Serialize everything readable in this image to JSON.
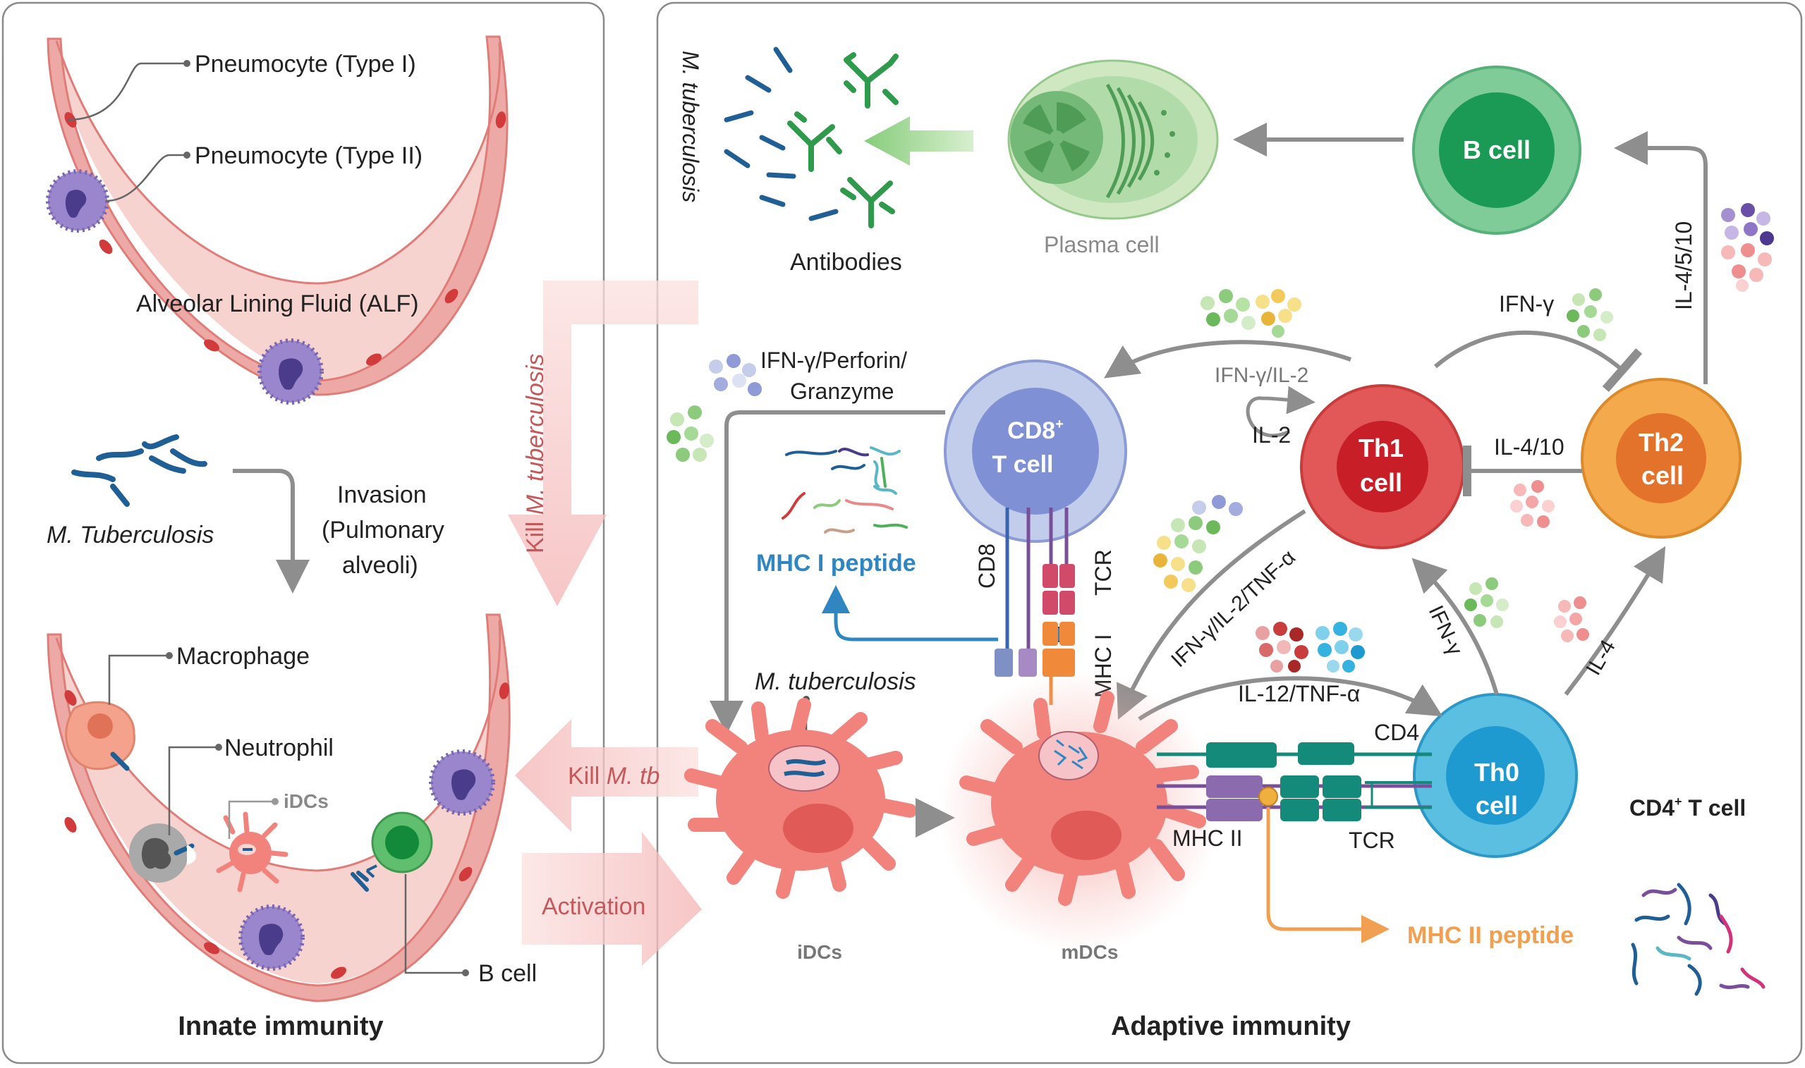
{
  "innate": {
    "title": "Innate immunity",
    "pneumocyte_type1": "Pneumocyte (Type I)",
    "pneumocyte_type2": "Pneumocyte (Type II)",
    "alf": "Alveolar Lining Fluid (ALF)",
    "mtb": "M. Tuberculosis",
    "invasion_line1": "Invasion",
    "invasion_line2": "(Pulmonary",
    "invasion_line3": "alveoli)",
    "macrophage": "Macrophage",
    "neutrophil": "Neutrophil",
    "idcs": "iDCs",
    "bcell": "B cell"
  },
  "middle": {
    "kill_mtb_long_prefix": "Kill",
    "kill_mtb_long_italic": "M. tuberculosis",
    "kill_mtb_short_prefix": "Kill",
    "kill_mtb_short_italic": "M. tb",
    "activation": "Activation"
  },
  "adaptive": {
    "title": "Adaptive immunity",
    "mtb_top": "M. tuberculosis",
    "antibodies": "Antibodies",
    "plasma_cell": "Plasma cell",
    "bcell": "B cell",
    "il_4_5_10": "IL-4/5/10",
    "ifn_gamma_top": "IFN-γ",
    "ifn_perforin_line1": "IFN-γ/Perforin/",
    "ifn_perforin_line2": "Granzyme",
    "ifn_il2": "IFN-γ/IL-2",
    "il2": "IL-2",
    "cd8_tcell_line1": "CD8",
    "cd8_tcell_sup": "+",
    "cd8_tcell_line2": "T cell",
    "th1_line1": "Th1",
    "th1_line2": "cell",
    "th2_line1": "Th2",
    "th2_line2": "cell",
    "il_4_10": "IL-4/10",
    "mhc1_peptide": "MHC I peptide",
    "cd8": "CD8",
    "tcr_top": "TCR",
    "mhc1": "MHC I",
    "ifn_il2_tnf": "IFN-γ/IL-2/TNF-α",
    "ifn_gamma_mid": "IFN-γ",
    "il4": "IL-4",
    "mtb_mid": "M. tuberculosis",
    "il12_tnf": "IL-12/TNF-α",
    "cd4": "CD4",
    "th0_line1": "Th0",
    "th0_line2": "cell",
    "cd4_tcell_prefix": "CD4",
    "cd4_tcell_sup": "+",
    "cd4_tcell_suffix": " T cell",
    "mhc2": "MHC II",
    "tcr_bottom": "TCR",
    "mhc2_peptide": "MHC II peptide",
    "idcs": "iDCs",
    "mdcs": "mDCs"
  },
  "colors": {
    "panel_border": "#8a8a8a",
    "alveolus_fill": "#f7d3cf",
    "alveolus_wall": "#e48a86",
    "mtb_blue": "#1f5f95",
    "plasma_green": "#a5d69f",
    "bcell_green": "#46a86a",
    "cd8_purple": "#9aa8db",
    "th1_red": "#e04c4c",
    "th2_orange": "#f0a040",
    "th0_blue": "#4bb3dc",
    "dc_pink": "#f49a94",
    "mhc1_blue": "#2f86c0",
    "mhc2_orange": "#f0a050",
    "arrow_gray": "#8e8e8e"
  }
}
